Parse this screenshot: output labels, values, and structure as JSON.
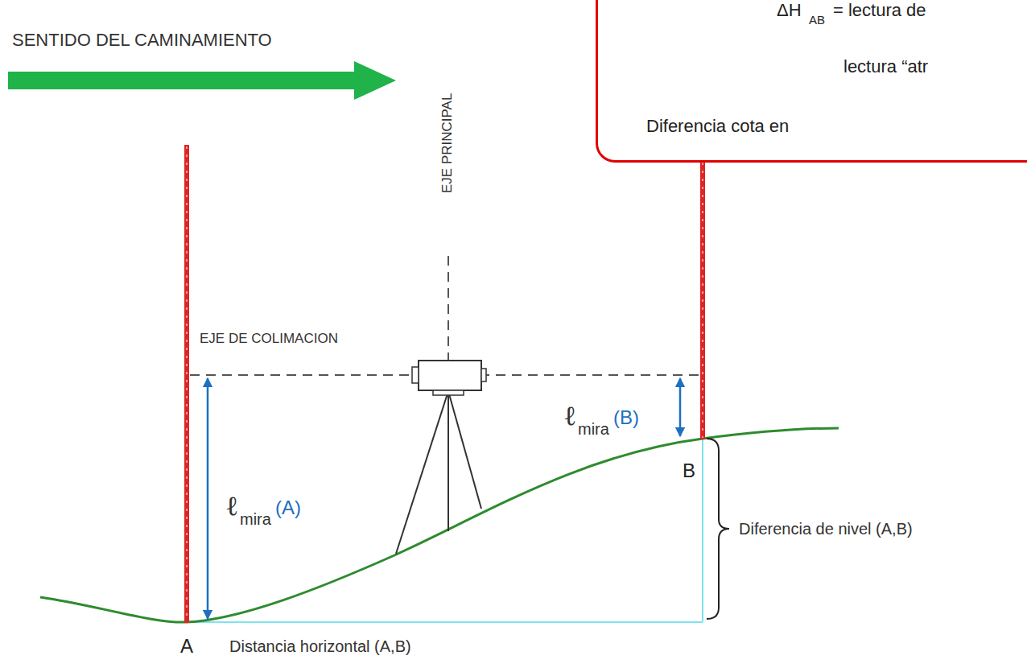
{
  "diagram": {
    "nodes": [
      {
        "text": [
          "ΔH",
          "AB",
          "= lectura de",
          "lectura “atr",
          "Diferencia cota en"
        ]
      }
    ],
    "labels": [
      "SENTIDO DEL CAMINAMIENTO",
      "EJE PRINCIPAL",
      "EJE DE COLIMACION",
      "ℓ",
      "mira",
      "(B)",
      "ℓ",
      "mira",
      "(A)",
      "B",
      "Diferencia de nivel (A,B)",
      "A",
      "Distancia horizontal (A,B)"
    ]
  }
}
